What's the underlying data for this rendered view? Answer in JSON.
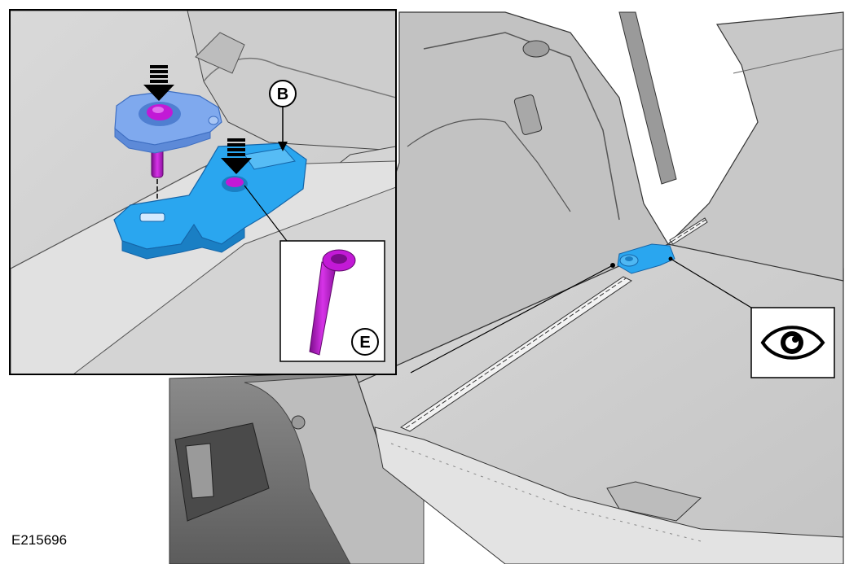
{
  "figure_id": "E215696",
  "callouts": {
    "b": "B",
    "e": "E"
  },
  "icons": {
    "view": "eye-icon",
    "press": "push-arrow-icon"
  },
  "colors": {
    "part_blue": "#2aa6ef",
    "part_dark_blue": "#1a7fc4",
    "bracket_blue": "#7fa9ee",
    "bolt_magenta": "#c219d6",
    "bolt_dark": "#7a0d8a",
    "panel_gray": "#d2d2d2",
    "line": "#000000"
  }
}
